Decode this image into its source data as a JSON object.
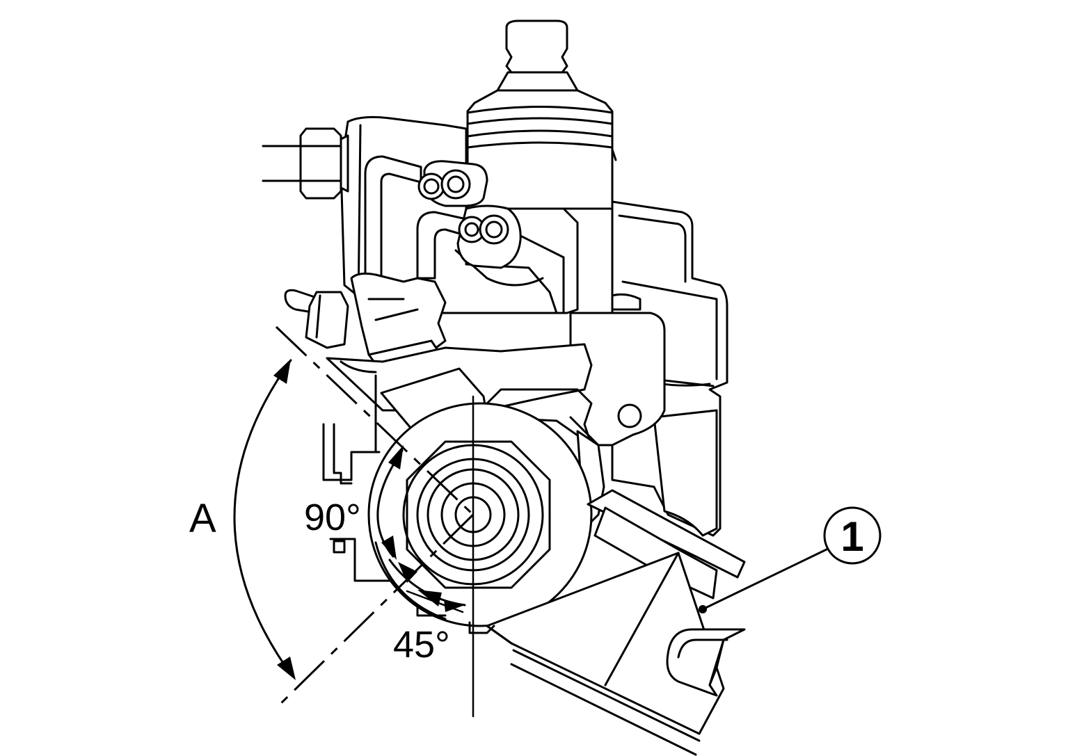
{
  "figure": {
    "labels": {
      "angle_a": "A",
      "angle_90": "90°",
      "angle_45": "45°",
      "callout_1": "1"
    },
    "colors": {
      "line": "#000000",
      "background": "#ffffff"
    }
  }
}
